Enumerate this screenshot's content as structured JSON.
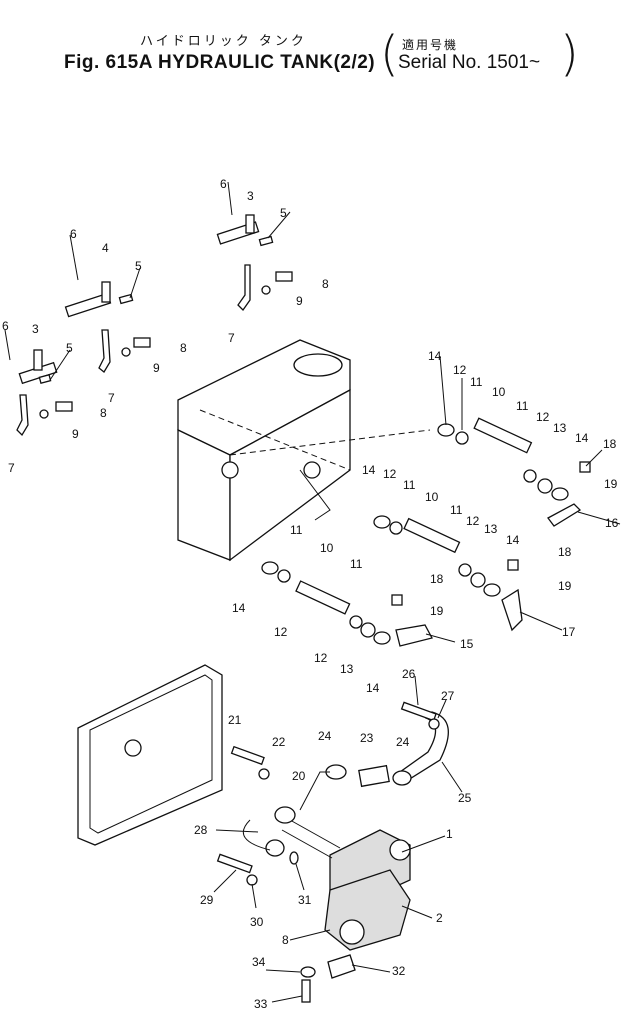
{
  "header": {
    "title_jp": "ハイドロリック タンク",
    "title": "Fig. 615A HYDRAULIC TANK(2/2)",
    "serial_jp": "適用号機",
    "serial": "Serial No. 1501~",
    "paren_open": "(",
    "paren_close": ")"
  },
  "callouts": [
    {
      "id": "c6a",
      "text": "6"
    },
    {
      "id": "c3a",
      "text": "3"
    },
    {
      "id": "c5a",
      "text": "5"
    },
    {
      "id": "c8a",
      "text": "8"
    },
    {
      "id": "c9a",
      "text": "9"
    },
    {
      "id": "c7a",
      "text": "7"
    },
    {
      "id": "c6b",
      "text": "6"
    },
    {
      "id": "c4b",
      "text": "4"
    },
    {
      "id": "c5b",
      "text": "5"
    },
    {
      "id": "c8b",
      "text": "8"
    },
    {
      "id": "c9b",
      "text": "9"
    },
    {
      "id": "c7b",
      "text": "7"
    },
    {
      "id": "c6c",
      "text": "6"
    },
    {
      "id": "c3c",
      "text": "3"
    },
    {
      "id": "c5c",
      "text": "5"
    },
    {
      "id": "c8c",
      "text": "8"
    },
    {
      "id": "c9c",
      "text": "9"
    },
    {
      "id": "c7c",
      "text": "7"
    },
    {
      "id": "c14a",
      "text": "14"
    },
    {
      "id": "c12a",
      "text": "12"
    },
    {
      "id": "c11a",
      "text": "11"
    },
    {
      "id": "c10a",
      "text": "10"
    },
    {
      "id": "c11b",
      "text": "11"
    },
    {
      "id": "c12b",
      "text": "12"
    },
    {
      "id": "c13a",
      "text": "13"
    },
    {
      "id": "c14b",
      "text": "14"
    },
    {
      "id": "c18a",
      "text": "18"
    },
    {
      "id": "c19a",
      "text": "19"
    },
    {
      "id": "c16",
      "text": "16"
    },
    {
      "id": "c14c",
      "text": "14"
    },
    {
      "id": "c12c",
      "text": "12"
    },
    {
      "id": "c11c",
      "text": "11"
    },
    {
      "id": "c10b",
      "text": "10"
    },
    {
      "id": "c11d",
      "text": "11"
    },
    {
      "id": "c12d",
      "text": "12"
    },
    {
      "id": "c13b",
      "text": "13"
    },
    {
      "id": "c14d",
      "text": "14"
    },
    {
      "id": "c18b",
      "text": "18"
    },
    {
      "id": "c19b",
      "text": "19"
    },
    {
      "id": "c17",
      "text": "17"
    },
    {
      "id": "c11e",
      "text": "11"
    },
    {
      "id": "c10c",
      "text": "10"
    },
    {
      "id": "c11f",
      "text": "11"
    },
    {
      "id": "c14e",
      "text": "14"
    },
    {
      "id": "c12e",
      "text": "12"
    },
    {
      "id": "c18c",
      "text": "18"
    },
    {
      "id": "c19c",
      "text": "19"
    },
    {
      "id": "c15",
      "text": "15"
    },
    {
      "id": "c12f",
      "text": "12"
    },
    {
      "id": "c13c",
      "text": "13"
    },
    {
      "id": "c14f",
      "text": "14"
    },
    {
      "id": "c26",
      "text": "26"
    },
    {
      "id": "c27",
      "text": "27"
    },
    {
      "id": "c21",
      "text": "21"
    },
    {
      "id": "c22",
      "text": "22"
    },
    {
      "id": "c24a",
      "text": "24"
    },
    {
      "id": "c23",
      "text": "23"
    },
    {
      "id": "c24b",
      "text": "24"
    },
    {
      "id": "c20",
      "text": "20"
    },
    {
      "id": "c25",
      "text": "25"
    },
    {
      "id": "c28",
      "text": "28"
    },
    {
      "id": "c1",
      "text": "1"
    },
    {
      "id": "c29",
      "text": "29"
    },
    {
      "id": "c31",
      "text": "31"
    },
    {
      "id": "c2",
      "text": "2"
    },
    {
      "id": "c30",
      "text": "30"
    },
    {
      "id": "c8d",
      "text": "8"
    },
    {
      "id": "c34",
      "text": "34"
    },
    {
      "id": "c32",
      "text": "32"
    },
    {
      "id": "c33",
      "text": "33"
    }
  ]
}
